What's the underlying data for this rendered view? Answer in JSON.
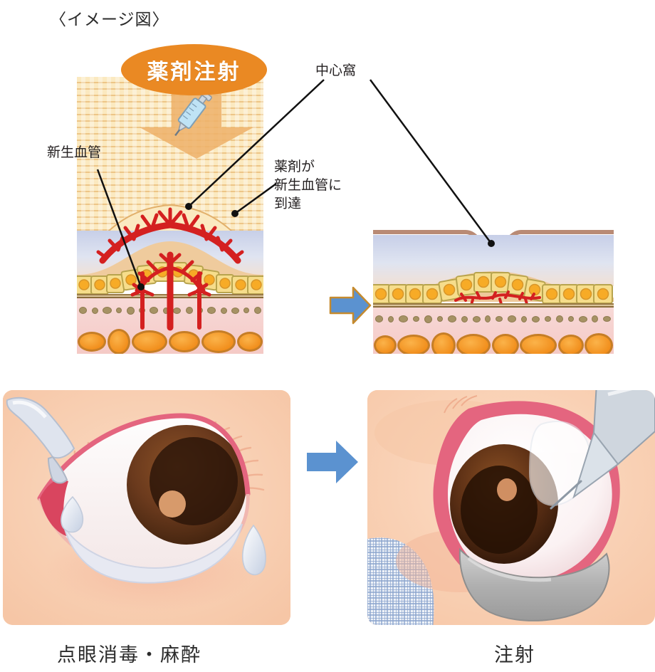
{
  "page": {
    "title": "〈イメージ図〉",
    "background": "#ffffff"
  },
  "colors": {
    "badge_orange": "#ea8923",
    "arrow_blue": "#5b92d0",
    "vessel_red": "#d42020",
    "retina_cream": "#fbe9c0",
    "choroid_pink": "#f6cfcc",
    "rpe_yellow": "#f6dd8b",
    "bruch_brown": "#9a7b46",
    "skin": "#f8cdb1",
    "iris_brown": "#6b3a1d",
    "lid_pink": "#e4657f",
    "speculum_grey": "#b4b4b4",
    "drape_blue": "#8ba4cd"
  },
  "cross_section": {
    "badge": {
      "label": "薬剤注射",
      "icon": "syringe-icon"
    },
    "arrow_down": {
      "name": "injection-direction-arrow"
    },
    "labels": [
      {
        "id": "neovessel",
        "text": "新生血管"
      },
      {
        "id": "fovea",
        "text": "中心窩"
      },
      {
        "id": "drug_reach",
        "text": "薬剤が\n新生血管に\n到達"
      }
    ],
    "panel_before": {
      "name": "retina-before-treatment",
      "layers": [
        "retina",
        "subretinal-fluid",
        "elevated-mound",
        "rpe-cells",
        "bruch-membrane",
        "choroid",
        "choroid-vessels"
      ],
      "feature": "large-neovascular-network"
    },
    "panel_after": {
      "name": "retina-after-treatment",
      "layers": [
        "retina-top-line",
        "subretinal-fluid",
        "rpe-cells",
        "bruch-membrane",
        "choroid",
        "choroid-vessels"
      ],
      "feature": "regressed-neovessels",
      "fovea_pit": true
    },
    "transition_arrow": {
      "name": "before-after-arrow",
      "direction": "right"
    }
  },
  "procedure": {
    "transition_arrow": {
      "name": "procedure-step-arrow",
      "direction": "right"
    },
    "steps": [
      {
        "id": "step-1",
        "caption": "点眼消毒・麻酔",
        "scene": "eye-with-dropper-bottle-and-tear",
        "elements": [
          "dropper-bottle",
          "eyelashes",
          "iris",
          "pupil",
          "tear-drop",
          "lower-eyelid"
        ]
      },
      {
        "id": "step-2",
        "caption": "注射",
        "scene": "eye-held-open-by-speculum-with-needle",
        "elements": [
          "lid-speculum",
          "needle",
          "surgical-drape",
          "iris",
          "pupil",
          "sclera"
        ]
      }
    ]
  }
}
